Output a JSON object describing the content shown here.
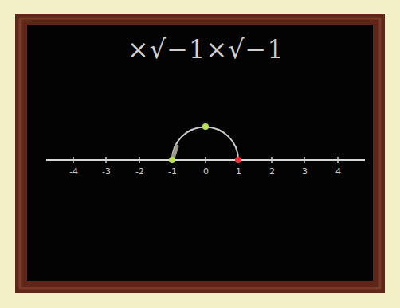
{
  "diagram": {
    "title": "×√−1×√−1",
    "labels": [
      "-4",
      "-3",
      "-2",
      "-1",
      "0",
      "1",
      "2",
      "3",
      "4"
    ]
  }
}
